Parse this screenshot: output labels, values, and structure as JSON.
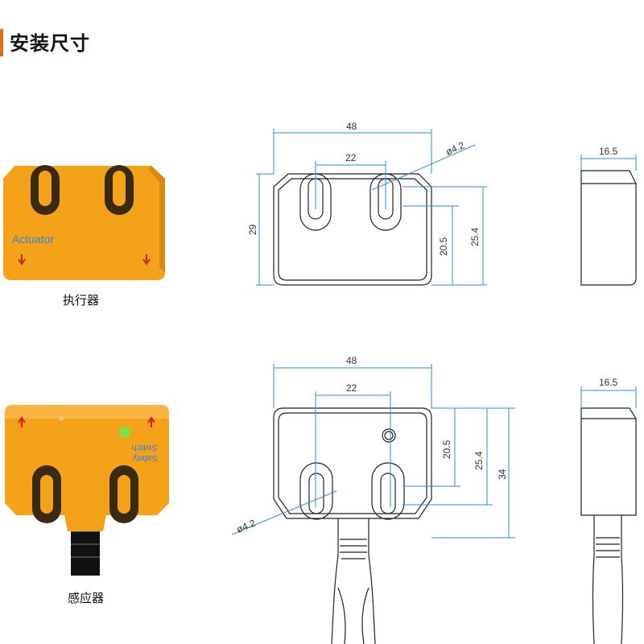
{
  "header": {
    "title": "安装尺寸",
    "accent_color": "#e06a1c"
  },
  "products": {
    "actuator": {
      "caption": "执行器",
      "label": "Actuator"
    },
    "sensor": {
      "caption": "感应器",
      "label_line1": "Safety",
      "label_line2": "Switch"
    }
  },
  "colors": {
    "body": "#f5a21b",
    "slot": "#3a2a10",
    "dimension_line": "#2e8fd0",
    "outline": "#222222"
  },
  "actuator_drawing": {
    "width": "48",
    "hole_spacing": "22",
    "hole_diameter": "ø4.2",
    "height": "29",
    "hole_to_base": "20.5",
    "slot_top_to_base": "25.4",
    "side_thickness": "16.5"
  },
  "sensor_drawing": {
    "width": "48",
    "hole_spacing": "22",
    "hole_diameter": "ø4.2",
    "hole_to_top": "20.5",
    "slot_to_top": "25.4",
    "height": "34",
    "side_thickness": "16.5"
  }
}
